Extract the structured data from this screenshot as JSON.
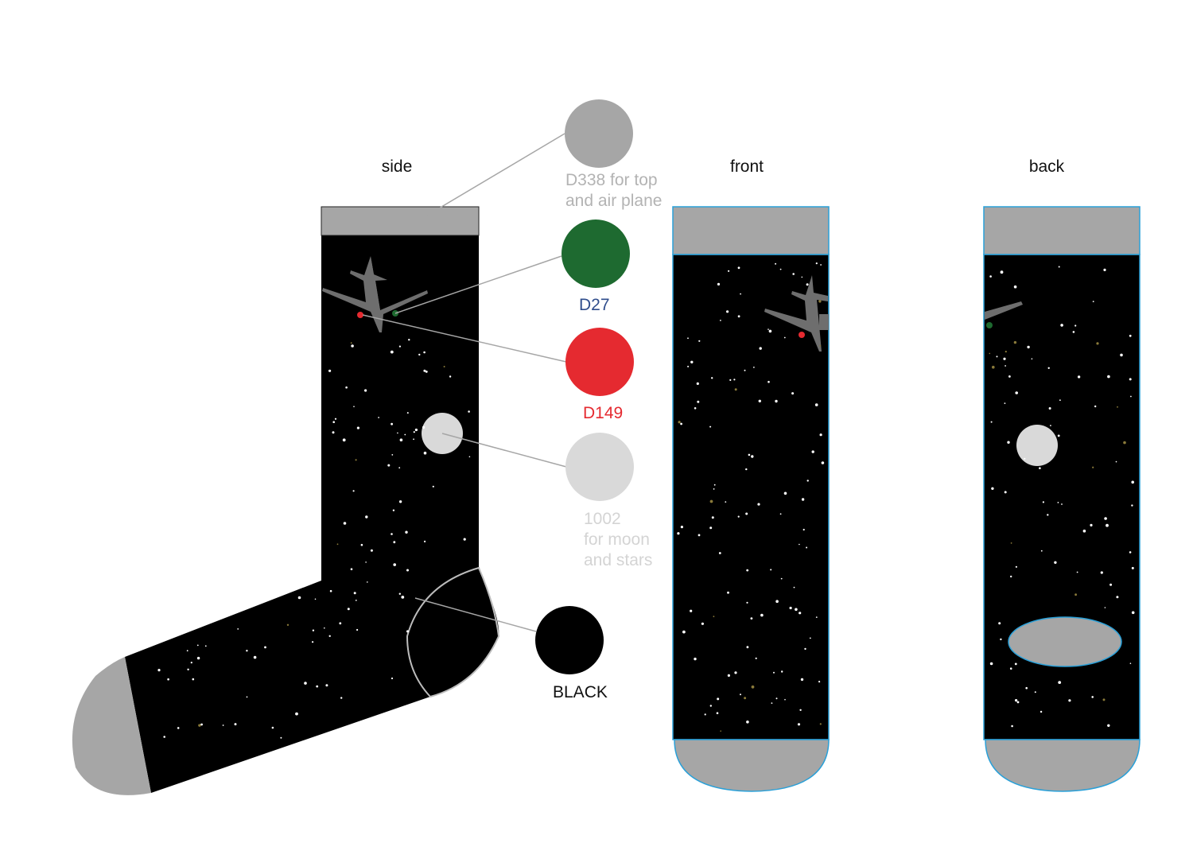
{
  "views": {
    "side": "side",
    "front": "front",
    "back": "back"
  },
  "swatches": [
    {
      "id": "d338",
      "lines": [
        "D338 for top",
        "and air plane"
      ],
      "color": "#a6a6a6",
      "text_color": "#b3b3b3"
    },
    {
      "id": "d27",
      "lines": [
        "D27"
      ],
      "color": "#1e6a30",
      "text_color": "#2f4d8c"
    },
    {
      "id": "d149",
      "lines": [
        "D149"
      ],
      "color": "#e52a30",
      "text_color": "#e52a30"
    },
    {
      "id": "1002",
      "lines": [
        "1002",
        "for moon",
        "and stars"
      ],
      "color": "#d9d9d9",
      "text_color": "#d4d4d4"
    },
    {
      "id": "black",
      "lines": [
        "BLACK"
      ],
      "color": "#000000",
      "text_color": "#111111"
    }
  ],
  "colors": {
    "sock_body": "#000000",
    "cuff_toe": "#a6a6a6",
    "moon": "#d9d9d9",
    "outline_blue": "#2aa0d8",
    "leader_line": "#a6a6a6"
  }
}
